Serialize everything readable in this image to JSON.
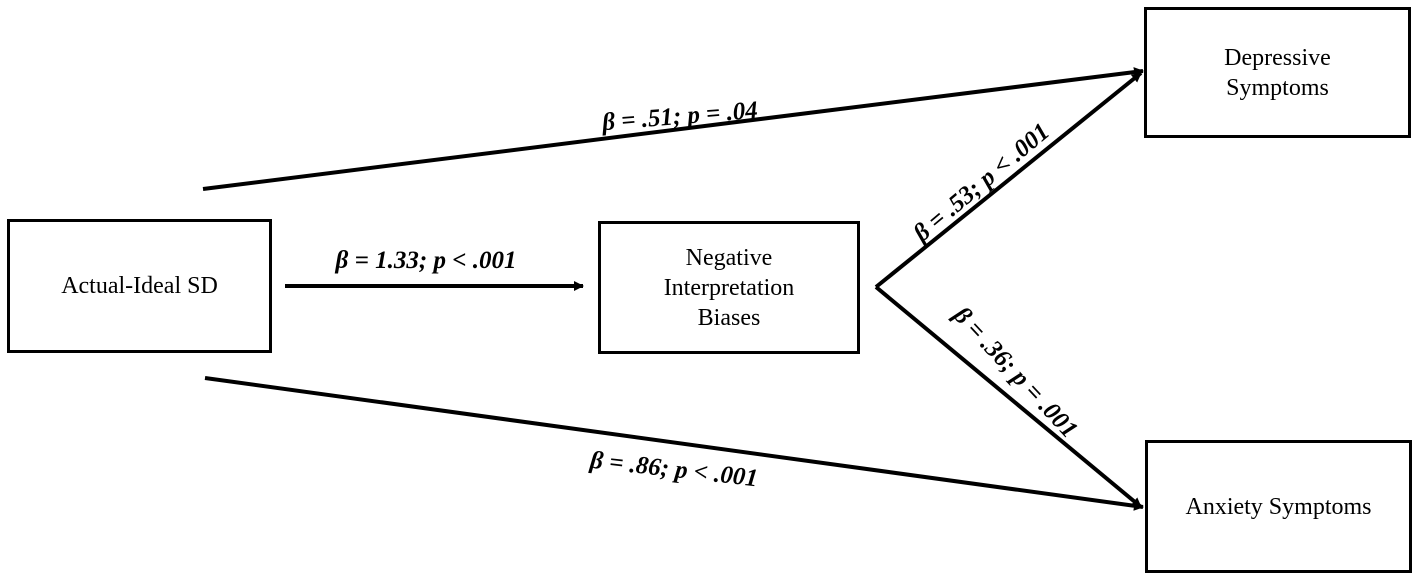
{
  "nodes": {
    "predictor": "Actual-Ideal SD",
    "mediator": "Negative\nInterpretation\nBiases",
    "outcome_depression": "Depressive\nSymptoms",
    "outcome_anxiety": "Anxiety Symptoms"
  },
  "paths": {
    "direct_depression": {
      "beta": "β = .51;",
      "p": "p = .04"
    },
    "a_path": {
      "beta": "β = 1.33;",
      "p": "p < .001"
    },
    "b_depression": {
      "beta": "β = .53;",
      "p": "p < .001"
    },
    "b_anxiety": {
      "beta": "β = .36;",
      "p": "p = .001"
    },
    "direct_anxiety": {
      "beta": "β = .86;",
      "p": "p < .001"
    }
  }
}
